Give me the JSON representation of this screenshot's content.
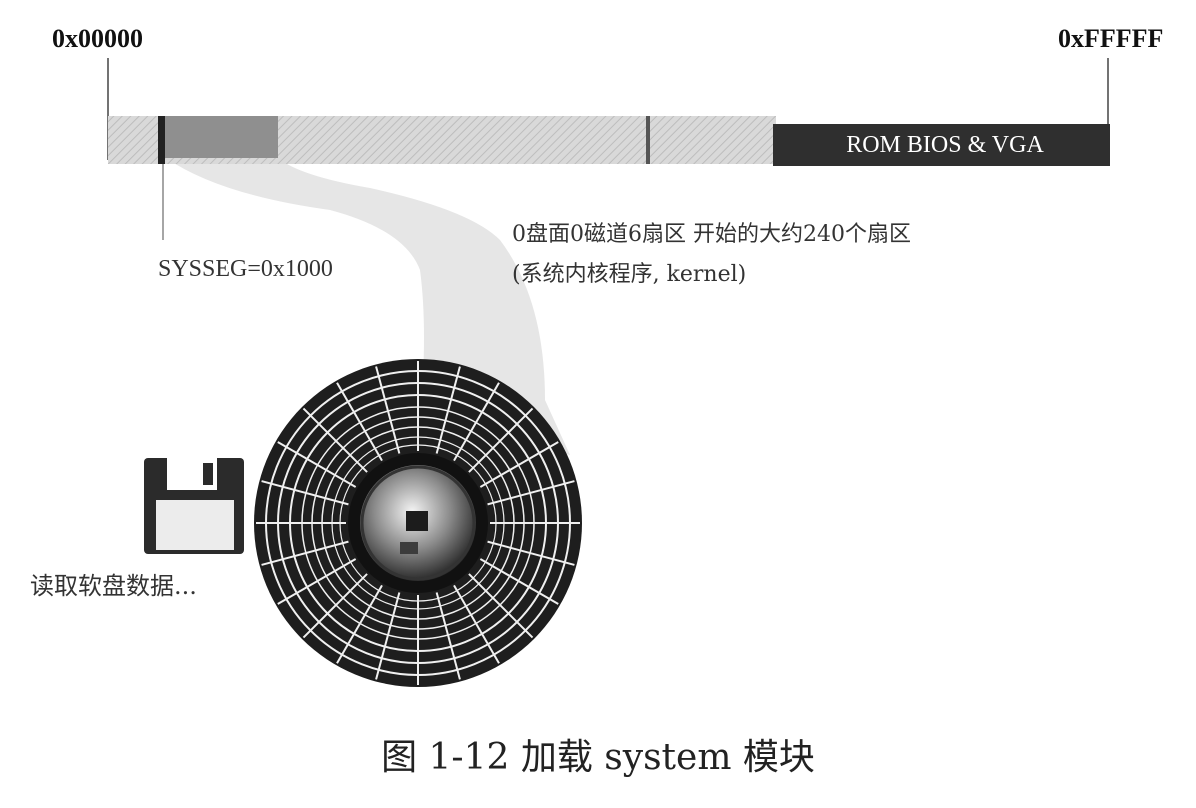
{
  "memory_map": {
    "start_address": "0x00000",
    "end_address": "0xFFFFF",
    "rom_region_label": "ROM BIOS & VGA"
  },
  "annotations": {
    "sysseg": "SYSSEG=0x1000",
    "kernel_line1": "0盘面0磁道6扇区 开始的大约240个扇区",
    "kernel_line2": "(系统内核程序, kernel)",
    "reading_floppy": "读取软盘数据..."
  },
  "caption": "图 1-12   加载 system 模块",
  "icons": [
    "floppy-disk-icon",
    "disk-platter-icon"
  ],
  "colors": {
    "hatch_light": "#d6d6d6",
    "system_block": "#8e8e8e",
    "rom_block": "#2f2f2f",
    "beam": "#e4e4e4"
  }
}
